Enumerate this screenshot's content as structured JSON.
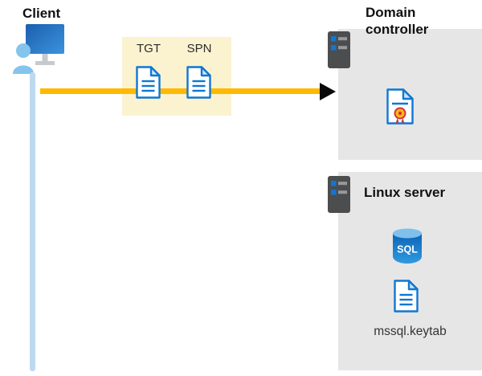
{
  "diagram": {
    "client": {
      "label": "Client"
    },
    "token_box": {
      "tgt": "TGT",
      "spn": "SPN"
    },
    "domain_controller": {
      "label": "Domain controller"
    },
    "linux_server": {
      "label": "Linux server"
    },
    "sql_icon_text": "SQL",
    "keytab_label": "mssql.keytab"
  },
  "icons": {
    "client": "client-user-computer-icon",
    "tgt": "tgt-document-icon",
    "spn": "spn-document-icon",
    "domain_controller_server": "server-tower-icon",
    "certificate": "certificate-icon",
    "linux_server": "server-tower-icon",
    "sql_database": "sql-database-icon",
    "keytab": "keytab-document-icon"
  },
  "colors": {
    "arrow_shaft": "#FFB900",
    "arrow_head": "#0A0A0A",
    "token_box_bg": "#FBF3D0",
    "server_box_bg": "#E6E6E6",
    "timeline": "#BDD9F0",
    "icon_blue": "#0F77D4",
    "monitor_blue": "#2E7DC9",
    "person_blue": "#85C4EC",
    "server_gray": "#4C4D4F",
    "seal_gold": "#FCB714",
    "seal_red": "#D13438",
    "sql_body_blue": "#1173C4",
    "sql_top_blue": "#7FC0EC"
  }
}
